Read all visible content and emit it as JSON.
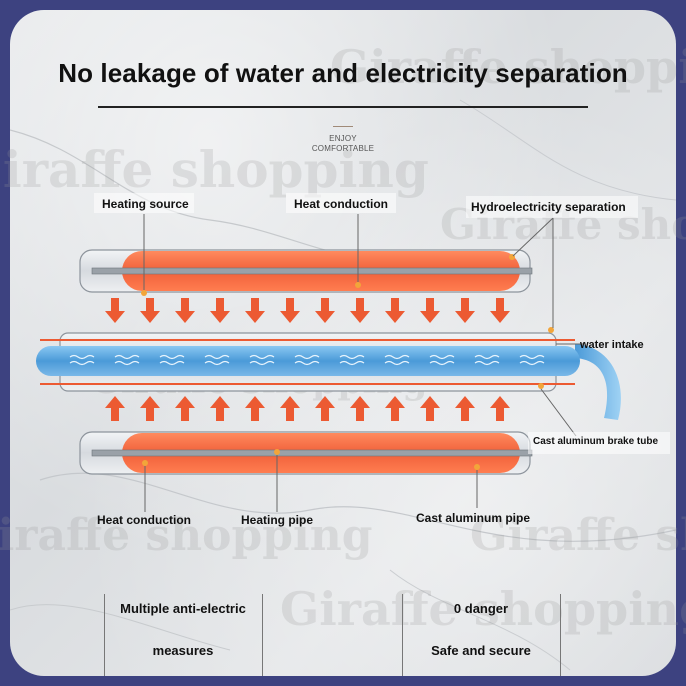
{
  "title": "No leakage of water and electricity separation",
  "subtitle_line1": "ENJOY",
  "subtitle_line2": "COMFORTABLE",
  "labels": {
    "heating_source": "Heating source",
    "heat_conduction_top": "Heat conduction",
    "hydro_separation": "Hydroelectricity separation",
    "water_intake": "water intake",
    "brake_tube": "Cast aluminum brake tube",
    "heat_conduction_bottom": "Heat conduction",
    "heating_pipe": "Heating pipe",
    "cast_pipe": "Cast aluminum pipe"
  },
  "features": {
    "left_line1": "Multiple anti-electric",
    "left_line2": "measures",
    "right_line1": "0 danger",
    "right_line2": "Safe and secure"
  },
  "watermark": "Giraffe shopping",
  "colors": {
    "heater": "#f0603a",
    "arrow": "#ec5a32",
    "water": "#5aa7e0",
    "glass": "#cfd3d8",
    "page_frame": "#3d4280"
  }
}
